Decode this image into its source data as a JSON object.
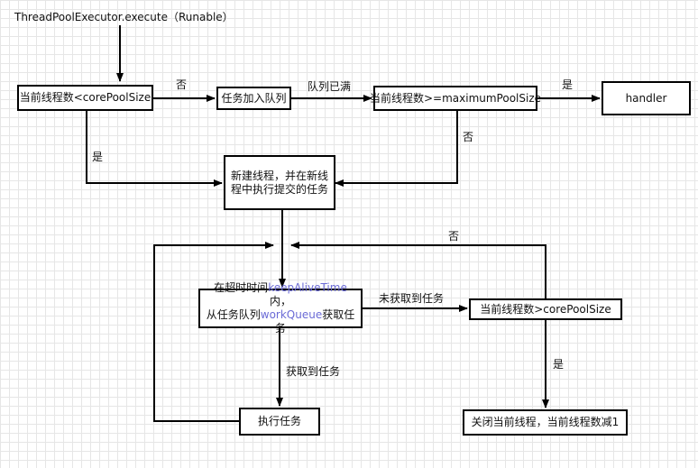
{
  "title": "ThreadPoolExecutor.execute（Runable）",
  "nodes": {
    "core_check": "当前线程数<corePoolSize",
    "enqueue": "任务加入队列",
    "max_check": "当前线程数>=maximumPoolSize",
    "handler": "handler",
    "new_thread": "新建线程，并在新线程中执行提交的任务",
    "poll_prefix": "在超时时间",
    "poll_keepalive": "keepAliveTime",
    "poll_mid": "内，",
    "poll_from": "从任务队列",
    "poll_queue": "workQueue",
    "poll_suffix": "获取任务",
    "core_check2": "当前线程数>corePoolSize",
    "execute_task": "执行任务",
    "close_thread": "关闭当前线程，当前线程数减1"
  },
  "edge_labels": {
    "no_1": "否",
    "queue_full": "队列已满",
    "yes_1": "是",
    "yes_2": "是",
    "no_2": "否",
    "no_3": "否",
    "not_got": "未获取到任务",
    "got": "获取到任务",
    "yes_3": "是"
  },
  "colors": {
    "highlight": "#6b6bd6",
    "grid": "#e6e6e6"
  }
}
